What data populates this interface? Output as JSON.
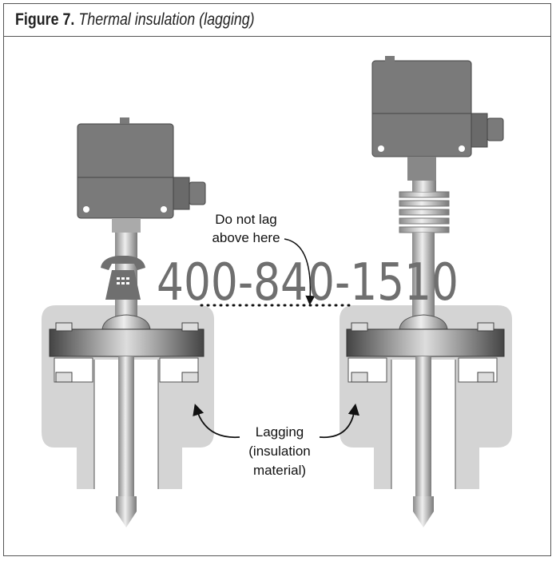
{
  "figure": {
    "label": "Figure 7.",
    "caption": "Thermal insulation (lagging)"
  },
  "annotations": {
    "no_lag_line1": "Do not lag",
    "no_lag_line2": "above here",
    "lagging_line1": "Lagging",
    "lagging_line2": "(insulation",
    "lagging_line3": "material)"
  },
  "watermark": {
    "phone": "400-840-1510",
    "icon": "phone-icon"
  },
  "colors": {
    "housing": "#7a7a7a",
    "lagging": "#d4d4d4",
    "steel": "#b8b8b8",
    "border": "#555555"
  }
}
